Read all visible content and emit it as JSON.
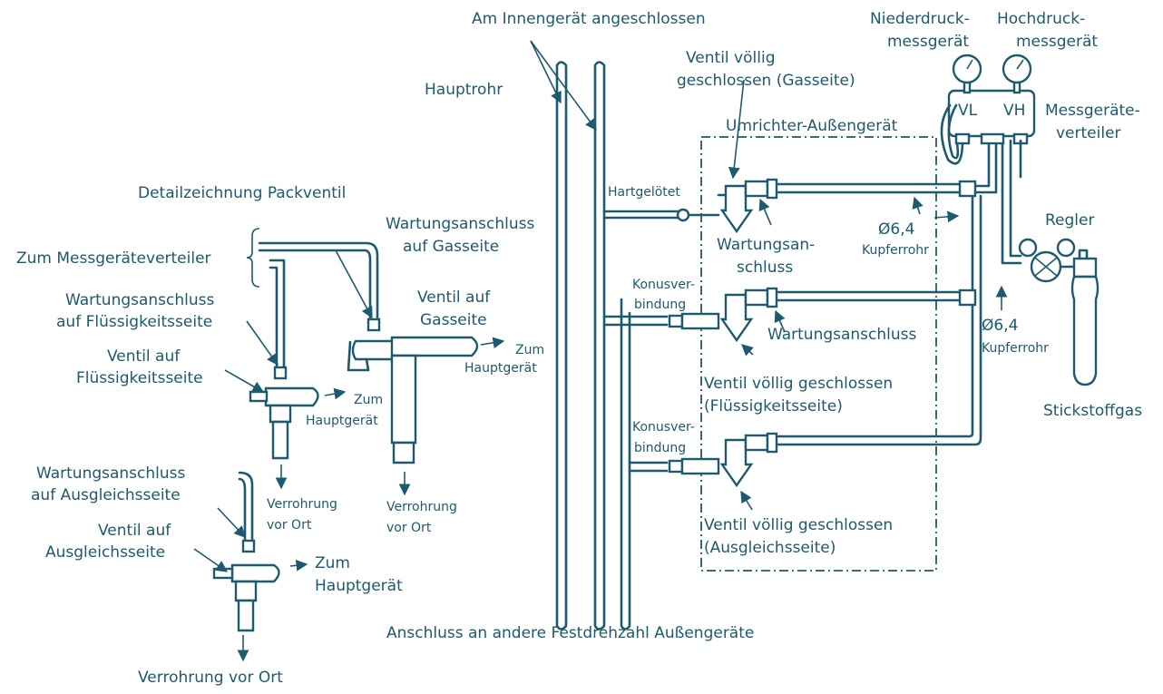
{
  "labels": {
    "indoor_connected": "Am Innengerät angeschlossen",
    "low_gauge_1": "Niederdruck-",
    "low_gauge_2": "messgerät",
    "high_gauge_1": "Hochdruck-",
    "high_gauge_2": "messgerät",
    "valve_closed_gas_1": "Ventil völlig",
    "valve_closed_gas_2": "geschlossen (Gasseite)",
    "main_pipe": "Hauptrohr",
    "vl": "VL",
    "vh": "VH",
    "manifold_1": "Messgeräte-",
    "manifold_2": "verteiler",
    "inverter_outdoor": "Umrichter-Außengerät",
    "detail_packvalve": "Detailzeichnung Packventil",
    "brazed": "Hartgelötet",
    "service_port_gas_1": "Wartungsanschluss",
    "service_port_gas_2": "auf Gasseite",
    "service_port_mid_1": "Wartungsan-",
    "service_port_mid_2": "schluss",
    "dia1_1": "Ø6,4",
    "dia1_2": "Kupferrohr",
    "regulator": "Regler",
    "to_manifold": "Zum Messgeräteverteiler",
    "service_port_liquid_1": "Wartungsanschluss",
    "service_port_liquid_2": "auf Flüssigkeitsseite",
    "gas_valve_1": "Ventil auf",
    "gas_valve_2": "Gasseite",
    "flare_1_1": "Konusver-",
    "flare_1_2": "bindung",
    "service_port_2": "Wartungsanschluss",
    "dia2_1": "Ø6,4",
    "dia2_2": "Kupferrohr",
    "liquid_valve_1": "Ventil auf",
    "liquid_valve_2": "Flüssigkeitsseite",
    "to_main_1_1": "Zum",
    "to_main_1_2": "Hauptgerät",
    "to_main_2_1": "Zum",
    "to_main_2_2": "Hauptgerät",
    "valve_closed_liquid_1": "Ventil völlig geschlossen",
    "valve_closed_liquid_2": "(Flüssigkeitsseite)",
    "nitrogen": "Stickstoffgas",
    "flare_2_1": "Konusver-",
    "flare_2_2": "bindung",
    "service_port_balance_1": "Wartungsanschluss",
    "service_port_balance_2": "auf Ausgleichsseite",
    "site_piping_1_1": "Verrohrung",
    "site_piping_1_2": "vor Ort",
    "site_piping_2_1": "Verrohrung",
    "site_piping_2_2": "vor Ort",
    "balance_valve_1": "Ventil auf",
    "balance_valve_2": "Ausgleichsseite",
    "to_main_3_1": "Zum",
    "to_main_3_2": "Hauptgerät",
    "valve_closed_balance_1": "Ventil völlig geschlossen",
    "valve_closed_balance_2": "(Ausgleichsseite)",
    "other_outdoor": "Anschluss an andere Festdrehzahl Außengeräte",
    "site_piping_bottom": "Verrohrung vor Ort"
  },
  "colors": {
    "line": "#1d5a6e",
    "background": "#ffffff"
  }
}
